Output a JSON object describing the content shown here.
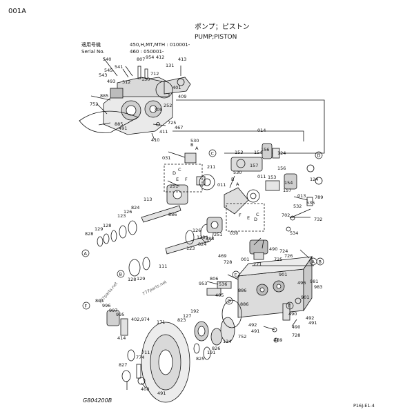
{
  "header": {
    "page_id": "001A",
    "title_jp": "ポンプ；ピストン",
    "title_en": "PUMP;PISTON"
  },
  "serial_info": {
    "applicable_label": "適用号機",
    "applicable_models": "450,H,MT,MTH : 010001-",
    "serial_label": "Serial No.",
    "serial_range": "460 : 050001-"
  },
  "footer": {
    "drawing_no": "G804200B",
    "sheet_ref": "P16J-E1-4"
  },
  "watermark": {
    "site": "777parts.net",
    "site2": "777parts.net"
  },
  "callouts": {
    "c540": "540",
    "c545": "545",
    "c543": "543",
    "c493": "493",
    "c541": "541",
    "c807": "807",
    "c954": "954",
    "c412": "412",
    "c413": "413",
    "c712": "712",
    "c131": "131",
    "c312": "312",
    "c130": "130",
    "c401": "401",
    "c409": "409",
    "c885a": "885",
    "c752a": "752",
    "c885b": "885",
    "c491a": "491",
    "c252": "252",
    "c709": "709",
    "c725": "725",
    "c467": "467",
    "c411": "411",
    "c410": "410",
    "c014": "014",
    "c156a": "156",
    "c530a": "530",
    "c153a": "153",
    "c154a": "154",
    "c157a": "157",
    "c124a": "124",
    "c031": "031",
    "c211": "211",
    "c530b": "530",
    "c011a": "011",
    "c011b": "011",
    "c153b": "153",
    "c251a": "251",
    "c156b": "156",
    "c157b": "157",
    "c124b": "124",
    "c154b": "154",
    "c013": "013",
    "c789": "789",
    "c113": "113",
    "c824a": "824",
    "c126a": "126",
    "c123a": "123",
    "c128a": "128",
    "c129a": "129",
    "c828a": "828",
    "c886": "886",
    "c532": "532",
    "c535": "535",
    "c702": "702",
    "c732": "732",
    "c534": "534",
    "c251b": "251",
    "c030": "030",
    "c126b": "126",
    "c128b": "128",
    "c123b": "123",
    "c824b": "824",
    "c888": "888",
    "c111": "111",
    "c128c": "128",
    "c129b": "129",
    "c469a": "469",
    "c001": "001",
    "c490a": "490",
    "c724": "724",
    "c726": "726",
    "c725b": "725",
    "c271": "271",
    "c728a": "728",
    "c806": "806",
    "c953": "953",
    "c536": "536",
    "c405": "405",
    "c886b": "886",
    "c496": "496",
    "c981": "981",
    "c983": "983",
    "c901a": "901",
    "c901b": "901",
    "c886c": "886",
    "c804": "804",
    "c996": "996",
    "c997": "997",
    "c995": "995",
    "c402": "402,974",
    "c414": "414",
    "c192": "192",
    "c127": "127",
    "c823": "823",
    "c171": "171",
    "c490b": "490",
    "c491b": "491",
    "c492a": "492",
    "c491c": "491",
    "c728b": "728",
    "c469b": "469",
    "c752b": "752",
    "c826": "826",
    "c124c": "124",
    "c191": "191",
    "c825": "825",
    "c774": "774",
    "c711": "711",
    "c827": "827",
    "c408": "408",
    "c491d": "491",
    "c490c": "490",
    "c492b": "492"
  },
  "letters": {
    "A": "A",
    "B": "B",
    "C": "C",
    "D": "D",
    "E": "E",
    "F": "F"
  }
}
